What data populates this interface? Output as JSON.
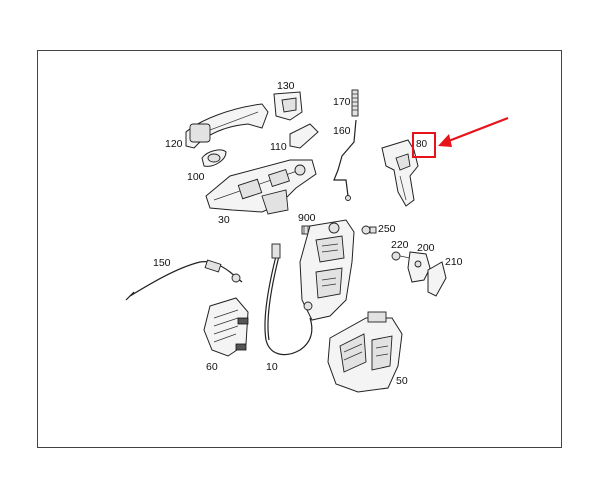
{
  "callouts": {
    "p130": "130",
    "p170": "170",
    "p160": "160",
    "p120": "120",
    "p110": "110",
    "p100": "100",
    "p80": "80",
    "p30": "30",
    "p900": "900",
    "p250": "250",
    "p220": "220",
    "p200": "200",
    "p210": "210",
    "p150": "150",
    "p60": "60",
    "p10": "10",
    "p50": "50"
  },
  "highlight": {
    "target_part": "80",
    "color": "#e8121b"
  }
}
